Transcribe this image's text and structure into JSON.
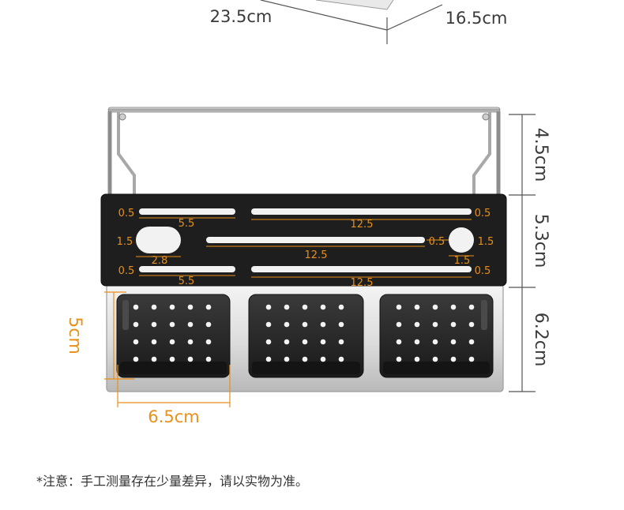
{
  "top_dims": {
    "length": "23.5cm",
    "width": "16.5cm"
  },
  "height_dims": {
    "rail": "4.5cm",
    "panel": "5.3cm",
    "tray": "6.2cm"
  },
  "tray_dims": {
    "depth": "5cm",
    "width": "6.5cm"
  },
  "panel_labels": {
    "row1_left_gap": "0.5",
    "row1_short_slot": "5.5",
    "row1_long_slot": "12.5",
    "row1_right_gap": "0.5",
    "row2_left_gap": "1.5",
    "row2_mid_slot": "12.5",
    "row2_hole_gap": "0.5",
    "row2_right_gap": "1.5",
    "row2_oval": "2.8",
    "row2_circle": "1.5",
    "row3_left_gap": "0.5",
    "row3_short_slot": "5.5",
    "row3_long_slot": "12.5",
    "row3_right_gap": "0.5"
  },
  "colors": {
    "panel": "#1e1e1e",
    "dimension_accent": "#e8901a",
    "steel": "#b8b8b8"
  },
  "note": "*注意：手工测量存在少量差异，请以实物为准。"
}
